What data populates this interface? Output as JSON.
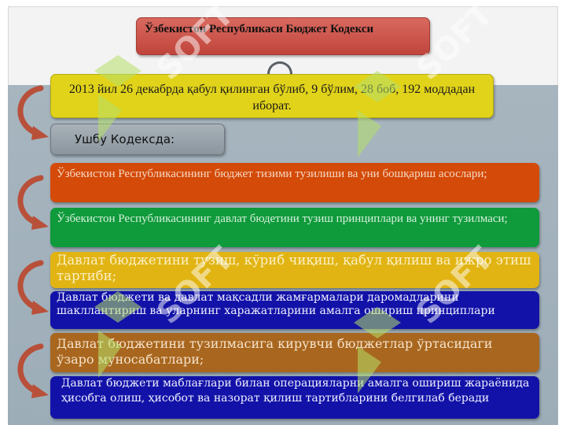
{
  "title": "Ўзбекистон Республикаси  Бюджет Кодекси",
  "intro": "2013 йил  26 декабрда қабул қилинган бўлиб, 9 бўлим, 28 боб, 192 моддадан иборат.",
  "subheading": "Ушбу  Кодексда:",
  "items": [
    "Ўзбекистон Республикасининг  бюджет  тизими  тузилиши  ва уни бошқариш  асослари;",
    "Ўзбекистон Республикасининг  давлат  бюдетини  тузиш принциплари  ва унинг тузилмаси;",
    "Давлат бюджетини тузиш, кўриб чиқиш, қабул қилиш ва ижро этиш  тартиби;",
    "Давлат бюджети ва давлат мақсадли жамғармалари  даромадларини  шакллантириш  ва уларнинг  харажатларини  амалга ошириш  принциплари",
    "Давлат бюджетини тузилмасига  кирувчи  бюджетлар  ўртасидаги  ўзаро  муносабатлари;",
    "Давлат бюджети  маблағлари билан  операцияларни  амалга  ошириш  жараёнида  ҳисобга олиш,  ҳисобот ва  назорат  қилиш  тартибларини  белгилаб беради"
  ],
  "watermark": "SOFT",
  "colors": {
    "title": "#c84a40",
    "intro": "#e1d31a",
    "item1": "#d44a08",
    "item2": "#0f9a3b",
    "item3": "#e1b413",
    "item4": "#1212a8",
    "item5": "#a8661e",
    "item6": "#1212a8",
    "arrow": "#b8503a"
  }
}
